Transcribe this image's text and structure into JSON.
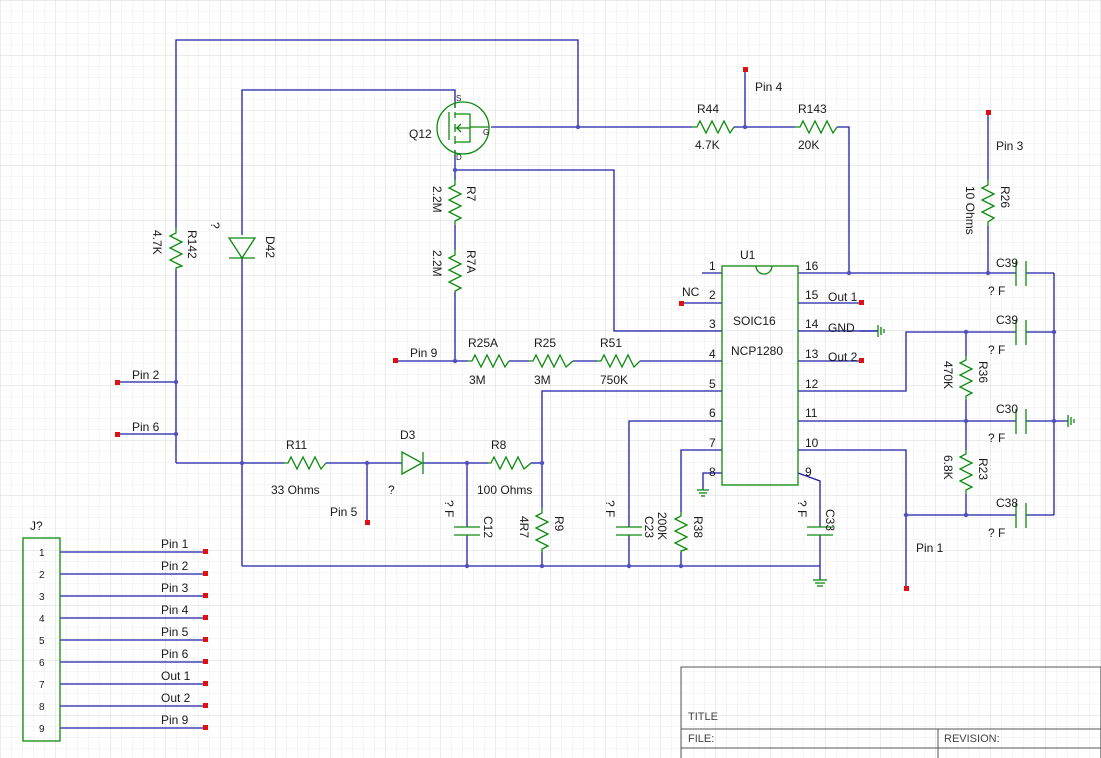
{
  "grid": {
    "minor_color": "#e9e9e9",
    "major_color": "#d3d3d3"
  },
  "colors": {
    "wire": "#1e1ea8",
    "component": "#0d8a0d",
    "pad": "#e01010",
    "junction": "#5050c0"
  },
  "components": {
    "q12": {
      "ref": "Q12",
      "s": "S",
      "g": "G",
      "d": "D"
    },
    "r44": {
      "ref": "R44",
      "value": "4.7K"
    },
    "r143": {
      "ref": "R143",
      "value": "20K"
    },
    "r7": {
      "ref": "R7",
      "value": "2.2M"
    },
    "r7a": {
      "ref": "R7A",
      "value": "2.2M"
    },
    "r142": {
      "ref": "R142",
      "value": "4.7K"
    },
    "d42": {
      "ref": "D42",
      "value": "?"
    },
    "r25a": {
      "ref": "R25A",
      "value": "3M"
    },
    "r25": {
      "ref": "R25",
      "value": "3M"
    },
    "r51": {
      "ref": "R51",
      "value": "750K"
    },
    "r11": {
      "ref": "R11",
      "value": "33 Ohms"
    },
    "d3": {
      "ref": "D3",
      "value": "?"
    },
    "r8": {
      "ref": "R8",
      "value": "100 Ohms"
    },
    "c12": {
      "ref": "C12",
      "value": "? F"
    },
    "r9": {
      "ref": "R9",
      "value": "4R7"
    },
    "c23": {
      "ref": "C23",
      "value": "? F"
    },
    "r38": {
      "ref": "R38",
      "value": "200K"
    },
    "c33": {
      "ref": "C33",
      "value": "? F"
    },
    "r26": {
      "ref": "R26",
      "value": "10 Ohms"
    },
    "c39a": {
      "ref": "C39",
      "value": "? F"
    },
    "c39b": {
      "ref": "C39",
      "value": "? F"
    },
    "r36": {
      "ref": "R36",
      "value": "470K"
    },
    "c30": {
      "ref": "C30",
      "value": "? F"
    },
    "r23": {
      "ref": "R23",
      "value": "6.8K"
    },
    "c38": {
      "ref": "C38",
      "value": "? F"
    }
  },
  "ic": {
    "ref": "U1",
    "package": "SOIC16",
    "part": "NCP1280",
    "left_pins": [
      "1",
      "2",
      "3",
      "4",
      "5",
      "6",
      "7",
      "8"
    ],
    "right_pins": [
      "16",
      "15",
      "14",
      "13",
      "12",
      "11",
      "10",
      "9"
    ]
  },
  "net_labels": {
    "pin4": "Pin 4",
    "pin3": "Pin 3",
    "nc": "NC",
    "out1": "Out 1",
    "gnd": "GND",
    "out2": "Out 2",
    "pin9": "Pin 9",
    "pin2": "Pin 2",
    "pin6": "Pin 6",
    "pin5": "Pin 5",
    "pin1": "Pin 1"
  },
  "connector": {
    "ref": "J?",
    "pins": [
      {
        "num": "1",
        "net": "Pin 1"
      },
      {
        "num": "2",
        "net": "Pin 2"
      },
      {
        "num": "3",
        "net": "Pin 3"
      },
      {
        "num": "4",
        "net": "Pin 4"
      },
      {
        "num": "5",
        "net": "Pin 5"
      },
      {
        "num": "6",
        "net": "Pin 6"
      },
      {
        "num": "7",
        "net": "Out 1"
      },
      {
        "num": "8",
        "net": "Out 2"
      },
      {
        "num": "9",
        "net": "Pin 9"
      }
    ]
  },
  "title_block": {
    "title": "TITLE",
    "file": "FILE:",
    "revision": "REVISION:"
  }
}
